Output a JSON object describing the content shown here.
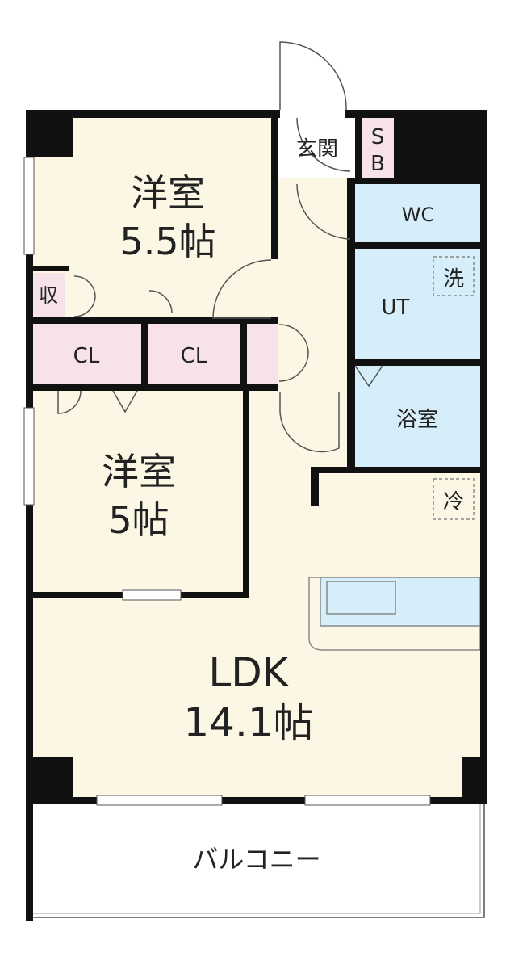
{
  "rooms": {
    "western_a_name": "洋室",
    "western_a_size": "5.5帖",
    "western_b_name": "洋室",
    "western_b_size": "5帖",
    "ldk_name": "LDK",
    "ldk_size": "14.1帖",
    "entrance": "玄関",
    "shoe_box_top": "S",
    "shoe_box_bottom": "B",
    "wc": "WC",
    "utility": "UT",
    "bath": "浴室",
    "closet_left": "CL",
    "closet_right": "CL",
    "storage": "収",
    "washer": "洗",
    "fridge": "冷",
    "balcony": "バルコニー"
  },
  "colors": {
    "floor": "#fcf6e4",
    "wet_area": "#d5eefa",
    "closet": "#f8e2ea",
    "wall": "#111111",
    "balcony": "#ffffff"
  }
}
